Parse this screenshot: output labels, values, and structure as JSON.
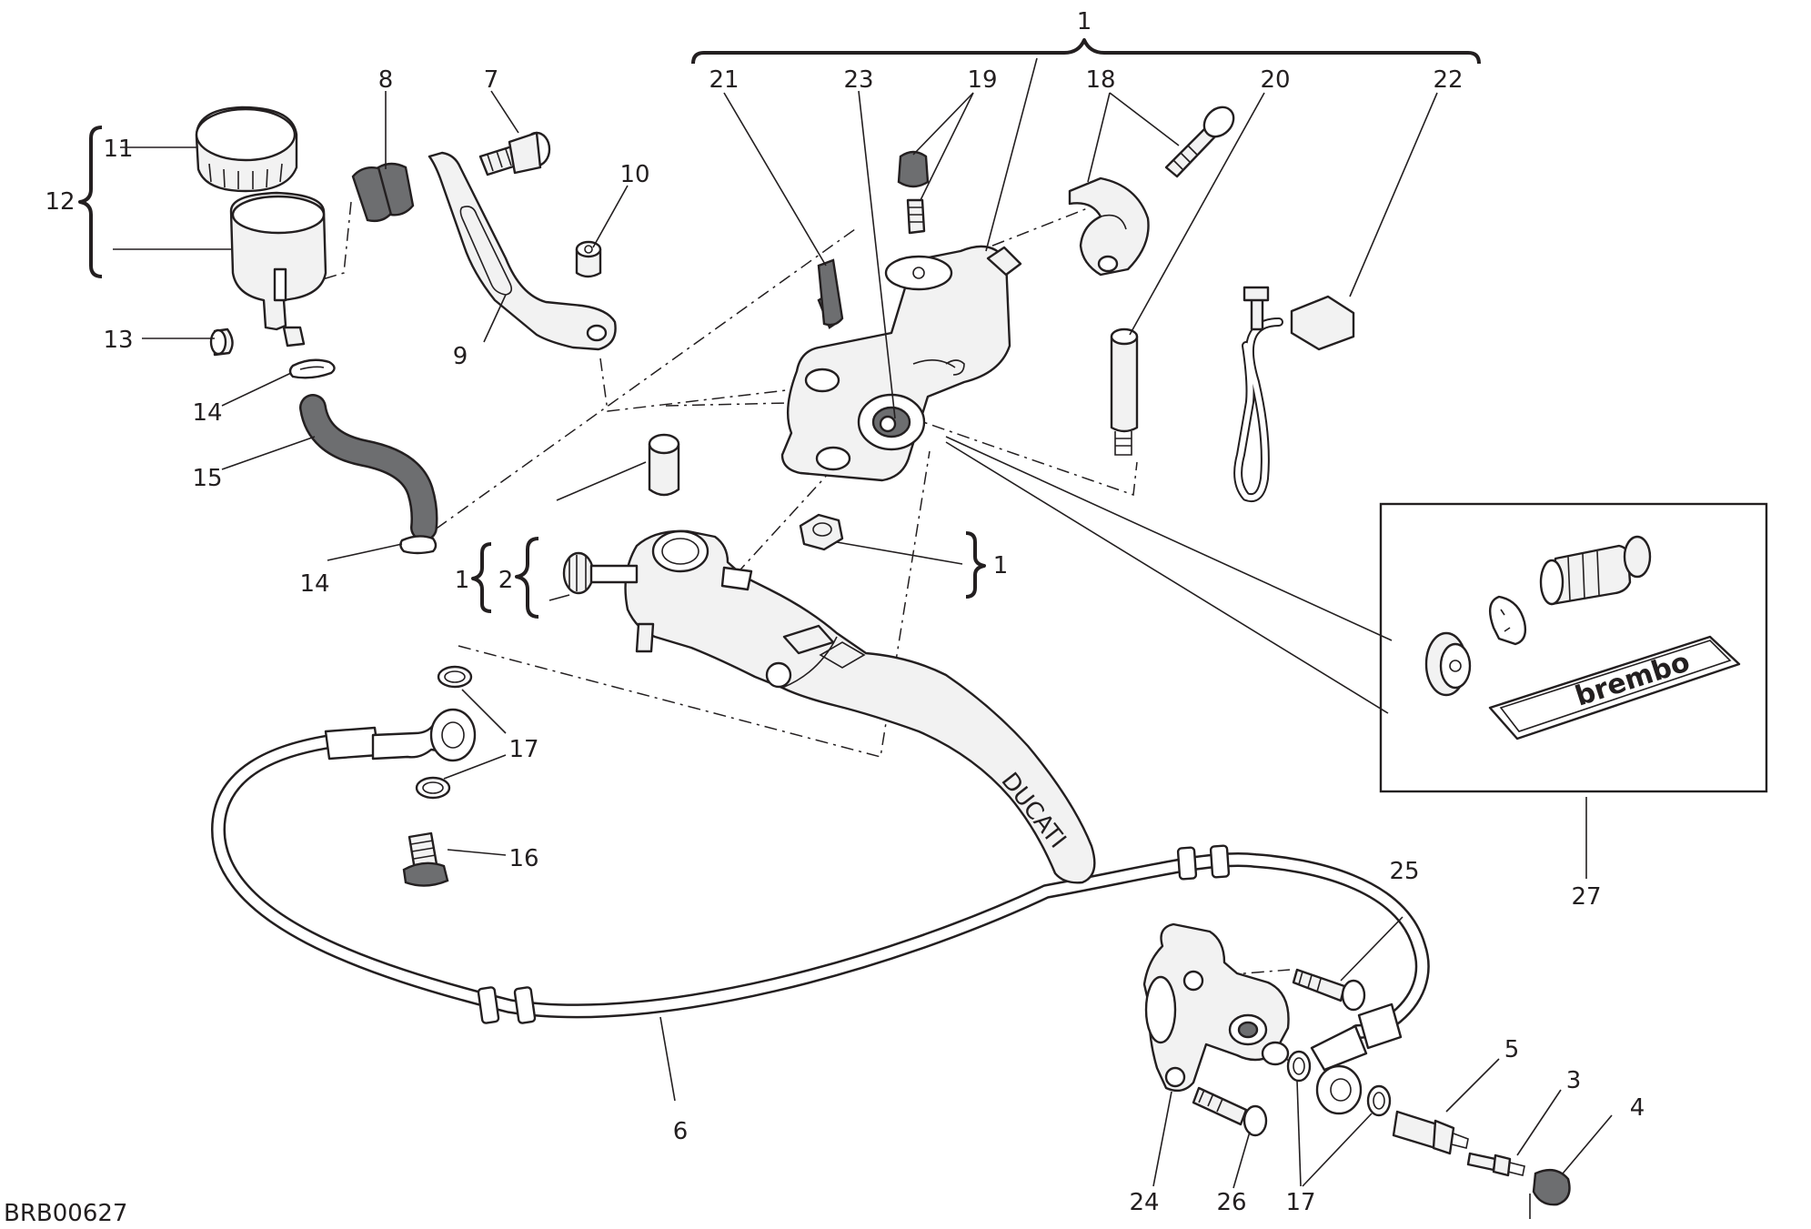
{
  "diagram": {
    "code": "BRB00627",
    "brand_mark": "brembo",
    "lever_mark": "DUCATI",
    "callouts": {
      "c1_top": "1",
      "c1_left": "1",
      "c1_right": "1",
      "c2": "2",
      "c3": "3",
      "c4": "4",
      "c5": "5",
      "c6": "6",
      "c7": "7",
      "c8": "8",
      "c9": "9",
      "c10": "10",
      "c11": "11",
      "c12": "12",
      "c13": "13",
      "c14a": "14",
      "c14b": "14",
      "c15": "15",
      "c16": "16",
      "c17a": "17",
      "c17b": "17",
      "c18": "18",
      "c19": "19",
      "c20": "20",
      "c21": "21",
      "c22": "22",
      "c23": "23",
      "c24": "24",
      "c25": "25",
      "c26": "26",
      "c27": "27"
    }
  }
}
